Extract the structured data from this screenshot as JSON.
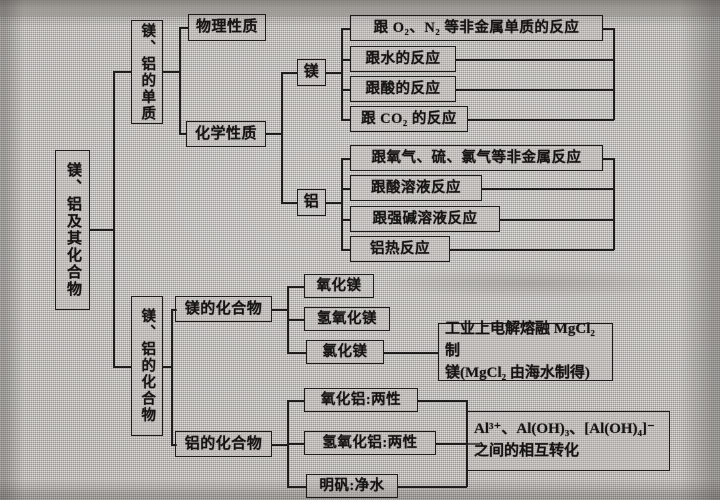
{
  "diagram": {
    "title_text": "镁、铝及其化合物",
    "root": {
      "label": "镁、铝及其化合物"
    },
    "level2": [
      {
        "label": "镁、铝的单质"
      },
      {
        "label": "镁、铝的化合物"
      }
    ],
    "elemental_branch": {
      "physical": {
        "label": "物理性质"
      },
      "chemical": {
        "label": "化学性质"
      },
      "magnesium": {
        "label": "镁"
      },
      "aluminium": {
        "label": "铝"
      },
      "magnesium_reactions": [
        {
          "label": "跟 O₂、N₂ 等非金属单质的反应"
        },
        {
          "label": "跟水的反应"
        },
        {
          "label": "跟酸的反应"
        },
        {
          "label": "跟 CO₂ 的反应"
        }
      ],
      "aluminium_reactions": [
        {
          "label": "跟氧气、硫、氯气等非金属反应"
        },
        {
          "label": "跟酸溶液反应"
        },
        {
          "label": "跟强碱溶液反应"
        },
        {
          "label": "铝热反应"
        }
      ]
    },
    "compound_branch": {
      "magnesium_compounds": {
        "label": "镁的化合物"
      },
      "aluminium_compounds": {
        "label": "铝的化合物"
      },
      "magnesium_compound_items": [
        {
          "label": "氧化镁"
        },
        {
          "label": "氢氧化镁"
        },
        {
          "label": "氯化镁"
        }
      ],
      "aluminium_compound_items": [
        {
          "label": "氧化铝:两性"
        },
        {
          "label": "氢氧化铝:两性"
        },
        {
          "label": "明矾:净水"
        }
      ],
      "magnesium_note": {
        "line1": "工业上电解熔融 MgCl₂ 制",
        "line2": "镁(MgCl₂ 由海水制得)"
      },
      "aluminium_note": {
        "line1": "Al³⁺、Al(OH)₃、[Al(OH)₄]⁻",
        "line2": "之间的相互转化"
      }
    },
    "colors": {
      "paper": "#b6b3ae",
      "ink": "#1d1b1a"
    }
  }
}
